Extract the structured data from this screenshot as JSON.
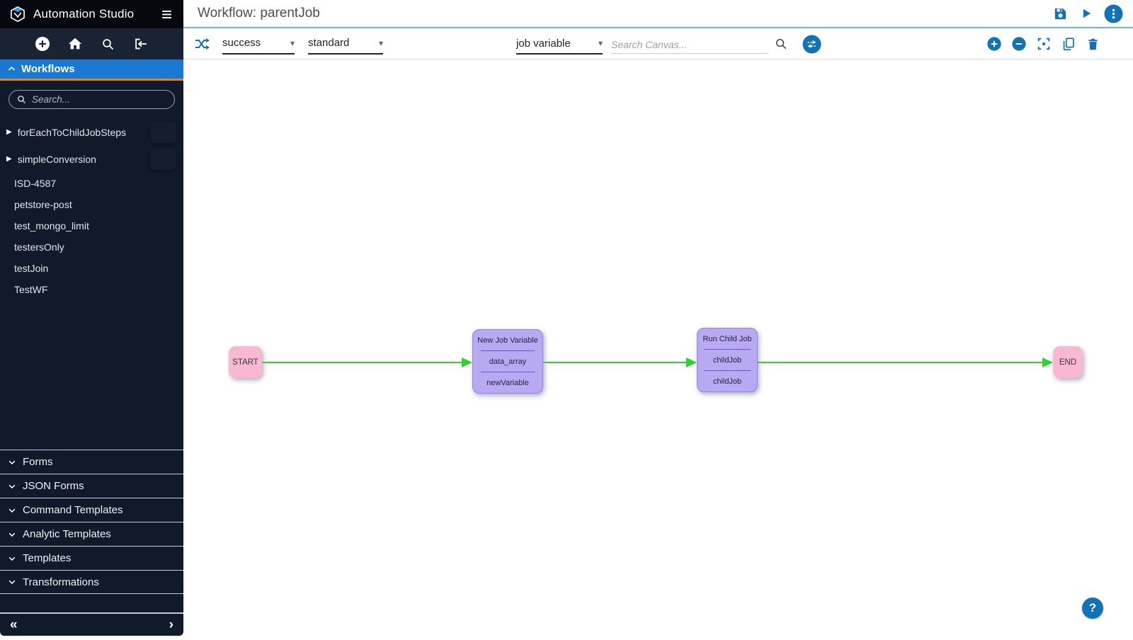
{
  "app": {
    "title": "Automation Studio"
  },
  "header": {
    "title": "Workflow: parentJob"
  },
  "toolbar": {
    "transition_value": "success",
    "style_value": "standard",
    "search_mode_value": "job variable",
    "canvas_search_placeholder": "Search Canvas..."
  },
  "sidebar": {
    "workflows_header": "Workflows",
    "search_placeholder": "Search...",
    "items": [
      {
        "label": "forEachToChildJobSteps"
      },
      {
        "label": "simpleConversion"
      },
      {
        "label": "ISD-4587"
      },
      {
        "label": "petstore-post"
      },
      {
        "label": "test_mongo_limit"
      },
      {
        "label": "testersOnly"
      },
      {
        "label": "testJoin"
      },
      {
        "label": "TestWF"
      }
    ],
    "sections": [
      {
        "label": "Forms"
      },
      {
        "label": "JSON Forms"
      },
      {
        "label": "Command Templates"
      },
      {
        "label": "Analytic Templates"
      },
      {
        "label": "Templates"
      },
      {
        "label": "Transformations"
      }
    ]
  },
  "canvas": {
    "nodes": {
      "start": {
        "label": "START"
      },
      "new_job_variable": {
        "title": "New Job Variable",
        "row1": "data_array",
        "row2": "newVariable"
      },
      "run_child_job": {
        "title": "Run Child Job",
        "row1": "childJob",
        "row2": "childJob"
      },
      "end": {
        "label": "END"
      }
    }
  },
  "icons": {
    "hamburger": "≡",
    "triangle_right": "▶",
    "caret_down": "▾",
    "collapse_left": "«",
    "chevron_right": "›",
    "help": "?"
  },
  "colors": {
    "accent_blue": "#1272b5",
    "workflows_header_blue": "#1878d2",
    "accent_orange": "#e8821c",
    "connector_green": "#2fd32f",
    "node_purple": "#b9a9f2",
    "node_pink": "#f8b7d2",
    "sidebar_navy": "#111a2b"
  }
}
